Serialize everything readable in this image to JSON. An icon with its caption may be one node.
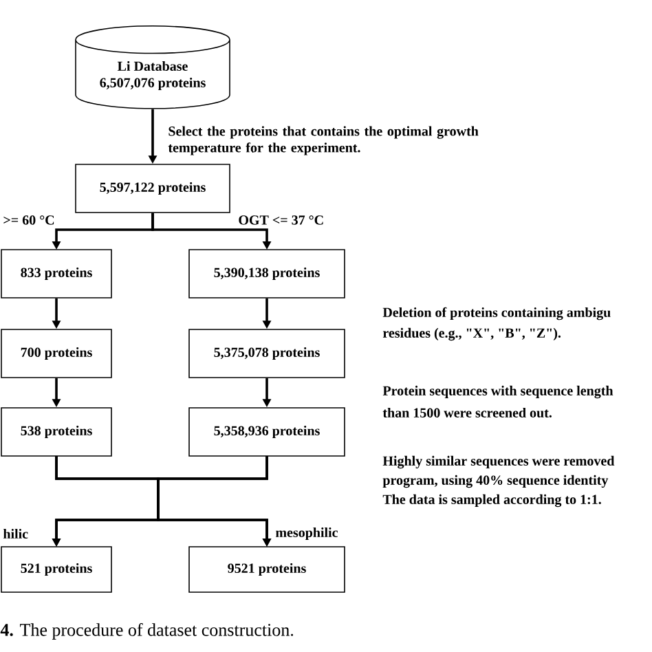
{
  "diagram": {
    "caption": "**4.** The procedure of dataset construction.",
    "nodes": [
      {
        "text": [
          "Li Database",
          "6,507,076 proteins"
        ]
      },
      {
        "text": [
          "5,597,122 proteins"
        ]
      },
      {
        "text": [
          "833 proteins"
        ]
      },
      {
        "text": [
          "5,390,138 proteins"
        ]
      },
      {
        "text": [
          "700 proteins"
        ]
      },
      {
        "text": [
          "5,375,078 proteins"
        ]
      },
      {
        "text": [
          "538 proteins"
        ]
      },
      {
        "text": [
          "5,358,936 proteins"
        ]
      },
      {
        "text": [
          "521 proteins"
        ]
      },
      {
        "text": [
          "9521 proteins"
        ]
      }
    ],
    "edges": [
      {
        "from": 0,
        "to": 1,
        "arrow": "to",
        "label": "Select the proteins that contains the optimal growth temperature for the experiment."
      },
      {
        "from": 1,
        "to": 2,
        "arrow": "to",
        "label": ">= 60 °C"
      },
      {
        "from": 1,
        "to": 3,
        "arrow": "to",
        "label": "OGT <= 37 °C"
      },
      {
        "from": 2,
        "to": 4,
        "arrow": "to"
      },
      {
        "from": 3,
        "to": 5,
        "arrow": "to"
      },
      {
        "from": 4,
        "to": 6,
        "arrow": "to"
      },
      {
        "from": 5,
        "to": 7,
        "arrow": "to"
      },
      {
        "from": 6,
        "to": 8,
        "arrow": "to",
        "label": "hilic"
      },
      {
        "from": 6,
        "to": 9,
        "arrow": "to"
      },
      {
        "from": 7,
        "to": 8,
        "arrow": "to"
      },
      {
        "from": 7,
        "to": 9,
        "arrow": "to",
        "label": "mesophilic"
      }
    ],
    "labels": [
      "Deletion of proteins containing ambigu",
      "residues (e.g., \"X\", \"B\", \"Z\").",
      "Protein sequences with sequence length",
      "than 1500 were screened out.",
      "Highly similar sequences were removed",
      "program, using 40% sequence identity",
      "The data is sampled according to 1:1."
    ]
  }
}
